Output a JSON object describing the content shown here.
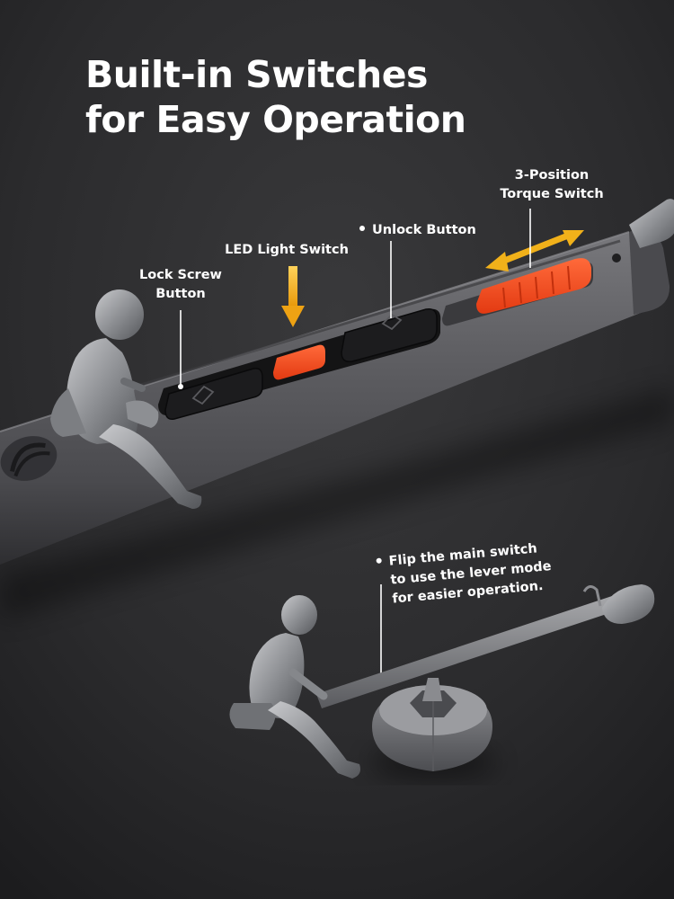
{
  "headline": {
    "line1": "Built-in Switches",
    "line2": "for Easy Operation"
  },
  "callouts": {
    "lock_screw": {
      "line1": "Lock Screw",
      "line2": "Button"
    },
    "led_light": {
      "text": "LED Light Switch"
    },
    "unlock": {
      "text": "Unlock Button"
    },
    "torque": {
      "line1": "3-Position",
      "line2": "Torque Switch"
    },
    "lever": {
      "line1": "Flip the main switch",
      "line2": "to use the lever mode",
      "line3": "for easier operation."
    }
  },
  "colors": {
    "background": "#2a2a2c",
    "tool_body": "#5c5c60",
    "switch_black": "#161617",
    "switch_orange": "#ff4b1f",
    "arrow_yellow": "#f3b51a",
    "figure_silver": "#9a9ca0",
    "text": "#ffffff"
  },
  "icons": {
    "lock": "lock-icon",
    "unlock": "unlock-icon",
    "brand": "brand-logo-icon"
  }
}
